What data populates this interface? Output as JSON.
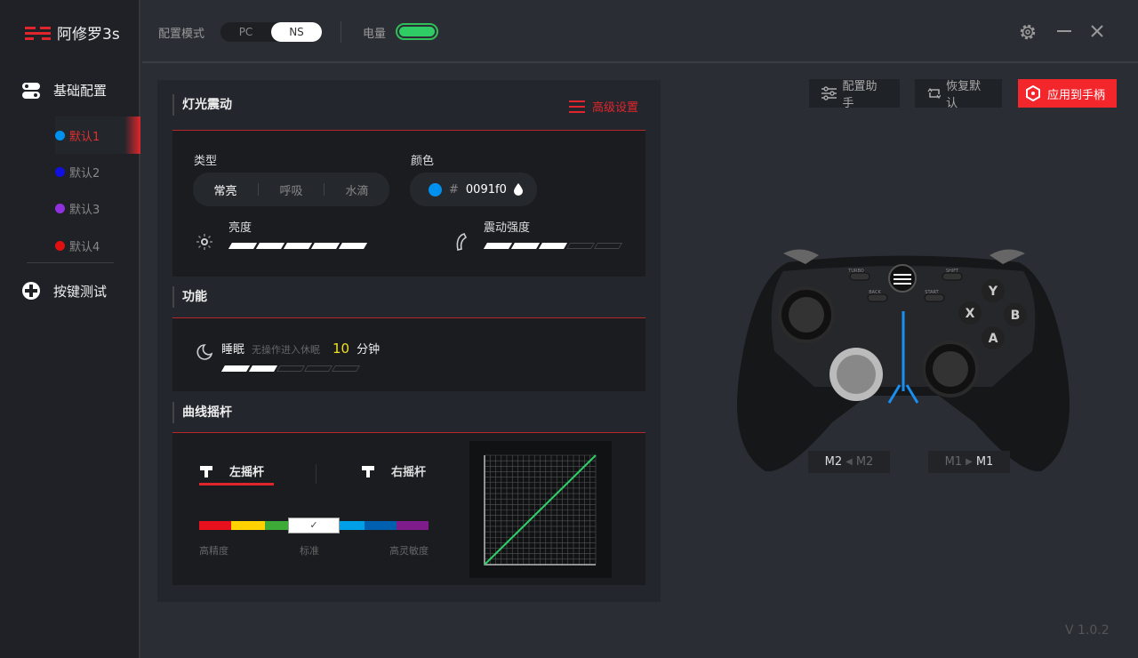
{
  "app": {
    "name": "阿修罗3s",
    "version": "V 1.0.2"
  },
  "sidebar": {
    "basic_config": "基础配置",
    "profiles": [
      {
        "label": "默认1",
        "color": "#0091f0",
        "active": true
      },
      {
        "label": "默认2",
        "color": "#1010e0"
      },
      {
        "label": "默认3",
        "color": "#9030e0"
      },
      {
        "label": "默认4",
        "color": "#e01010"
      }
    ],
    "key_test": "按键测试"
  },
  "topbar": {
    "mode_label": "配置模式",
    "modes": [
      "PC",
      "NS"
    ],
    "selected_mode": "NS",
    "battery_label": "电量",
    "battery_level": 1.0
  },
  "actions": {
    "assistant": "配置助手",
    "restore": "恢复默认",
    "apply": "应用到手柄"
  },
  "light": {
    "title": "灯光震动",
    "advanced": "高级设置",
    "type_label": "类型",
    "types": [
      "常亮",
      "呼吸",
      "水滴"
    ],
    "selected_type": "常亮",
    "color_label": "颜色",
    "hash": "#",
    "color_value": "0091f0",
    "brightness_label": "亮度",
    "brightness_level": 5,
    "vibration_label": "震动强度",
    "vibration_level": 3,
    "max_level": 5
  },
  "function": {
    "title": "功能",
    "sleep_label": "睡眠",
    "sleep_desc": "无操作进入休眠",
    "sleep_value": "10",
    "sleep_unit": "分钟",
    "sleep_level": 2
  },
  "curve": {
    "title": "曲线摇杆",
    "left_stick": "左摇杆",
    "right_stick": "右摇杆",
    "selected": "左摇杆",
    "low": "高精度",
    "mid": "标准",
    "high": "高灵敏度",
    "sensitivity_colors": [
      "#e8101c",
      "#ffd200",
      "#3cab38",
      "#ffffff",
      "#00a0e9",
      "#0060b0",
      "#7d1c8a"
    ],
    "selected_index": 3
  },
  "controller": {
    "turbo": "TURBO",
    "shift": "SHIFT",
    "back": "BACK",
    "start": "START",
    "buttons": [
      "Y",
      "X",
      "B",
      "A"
    ],
    "m2_left": "M2",
    "m2_right": "M2",
    "m1_left": "M1",
    "m1_right": "M1"
  }
}
